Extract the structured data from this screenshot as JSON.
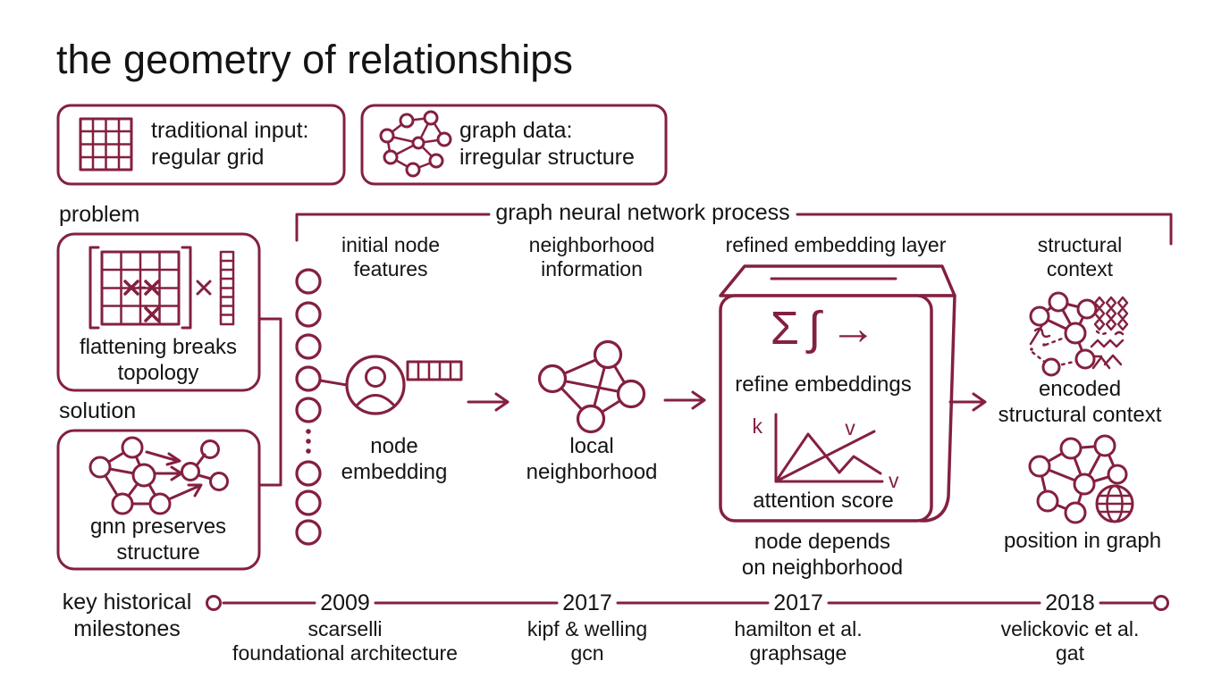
{
  "colors": {
    "accent": "#84203f",
    "text": "#141414",
    "background": "#ffffff"
  },
  "title": "the geometry of relationships",
  "legend": {
    "items": [
      {
        "icon": "grid-icon",
        "line1": "traditional input:",
        "line2": "regular grid"
      },
      {
        "icon": "graph-icon",
        "line1": "graph data:",
        "line2": "irregular structure"
      }
    ]
  },
  "problem": {
    "label": "problem",
    "caption1": "flattening breaks",
    "caption2": "topology"
  },
  "solution": {
    "label": "solution",
    "caption1": "gnn preserves",
    "caption2": "structure"
  },
  "process": {
    "header": "graph neural network process",
    "stage1": {
      "label1": "initial node",
      "label2": "features",
      "caption1": "node",
      "caption2": "embedding"
    },
    "stage2": {
      "label1": "neighborhood",
      "label2": "information",
      "caption1": "local",
      "caption2": "neighborhood"
    },
    "stage3": {
      "label": "refined embedding layer",
      "symbols": "Σ∫→",
      "refine": "refine embeddings",
      "axis_k": "k",
      "axis_v_top": "v",
      "axis_v_right": "v",
      "chart_caption": "attention score",
      "caption1": "node depends",
      "caption2": "on neighborhood"
    },
    "stage4": {
      "label1": "structural",
      "label2": "context",
      "caption1": "encoded",
      "caption2": "structural context",
      "position_caption": "position in graph"
    }
  },
  "timeline": {
    "label1": "key historical",
    "label2": "milestones",
    "milestones": [
      {
        "year": "2009",
        "line1": "scarselli",
        "line2": "foundational architecture"
      },
      {
        "year": "2017",
        "line1": "kipf & welling",
        "line2": "gcn"
      },
      {
        "year": "2017",
        "line1": "hamilton et al.",
        "line2": "graphsage"
      },
      {
        "year": "2018",
        "line1": "velickovic et al.",
        "line2": "gat"
      }
    ]
  }
}
